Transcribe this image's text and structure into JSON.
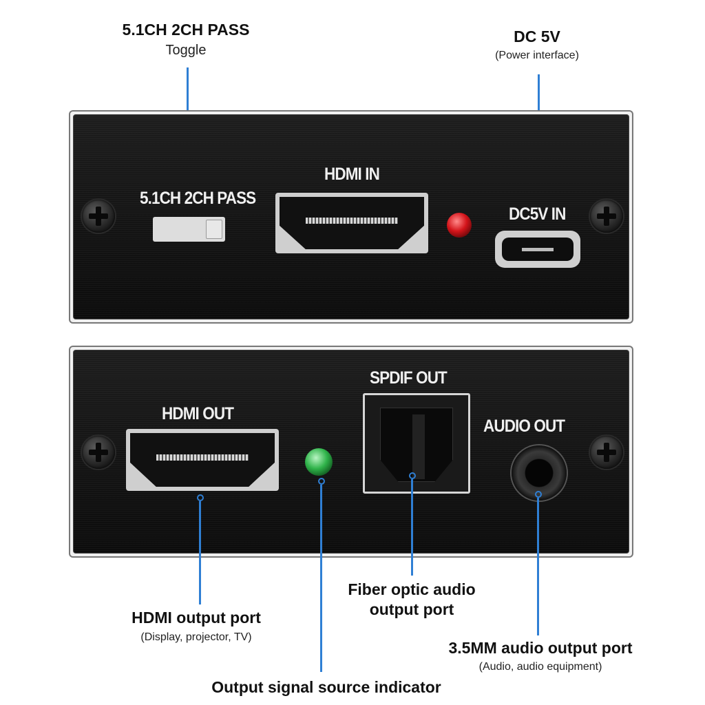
{
  "callouts": {
    "toggle": {
      "title": "5.1CH 2CH PASS",
      "subtitle": "Toggle"
    },
    "power": {
      "title": "DC 5V",
      "subtitle": "(Power interface)"
    },
    "hdmi_out": {
      "title": "HDMI output port",
      "subtitle": "(Display, projector, TV)"
    },
    "fiber": {
      "title_line1": "Fiber optic audio",
      "title_line2": "output port"
    },
    "audio35": {
      "title": "3.5MM audio output port",
      "subtitle": "(Audio, audio equipment)"
    },
    "indicator": {
      "title": "Output signal source indicator"
    }
  },
  "top_panel": {
    "switch_label": "5.1CH 2CH PASS",
    "hdmi_in_label": "HDMI IN",
    "dc_in_label": "DC5V IN",
    "led_color": "#d4141a"
  },
  "bottom_panel": {
    "hdmi_out_label": "HDMI OUT",
    "spdif_label": "SPDIF OUT",
    "audio_out_label": "AUDIO OUT",
    "led_color": "#2fb34a"
  },
  "colors": {
    "callout_line": "#2f7fd4",
    "panel_body": "#111111"
  }
}
